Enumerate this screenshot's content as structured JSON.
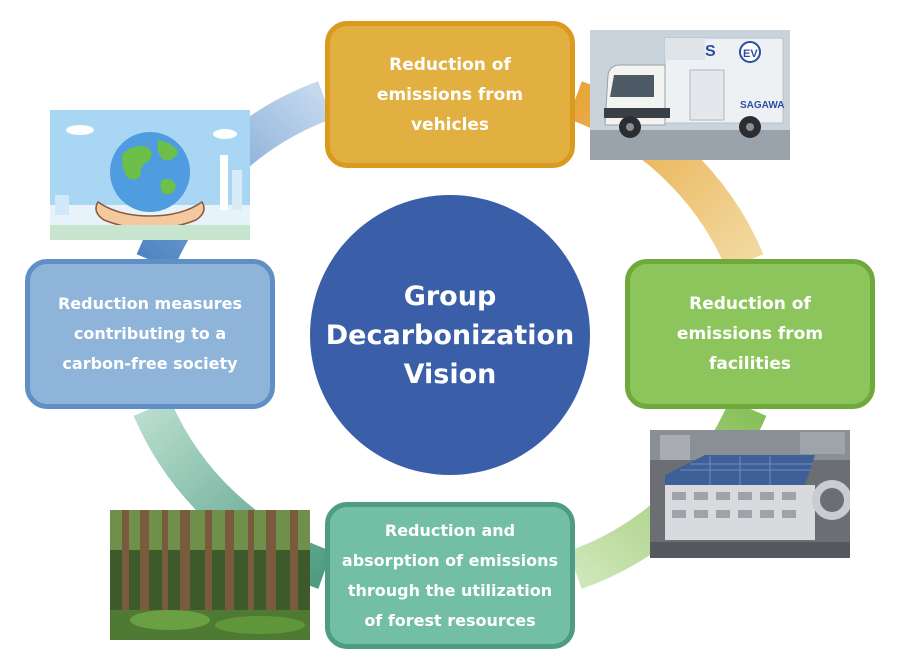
{
  "center": {
    "title": "Group Decarbonization Vision"
  },
  "boxes": {
    "vehicles": "Reduction of emissions from vehicles",
    "facilities": "Reduction of emissions from facilities",
    "forest": "Reduction and absorption of emissions through the utilization of forest resources",
    "society": "Reduction measures contributing to a carbon-free society"
  },
  "photos": {
    "truck_logo_text": "SAGAWA",
    "truck_badge_s": "S",
    "truck_badge_ev": "EV"
  },
  "colors": {
    "center": "#3a5ea8",
    "vehicles": "#e2b040",
    "facilities": "#8cc55c",
    "forest": "#72bfa6",
    "society": "#8fb4d9"
  }
}
